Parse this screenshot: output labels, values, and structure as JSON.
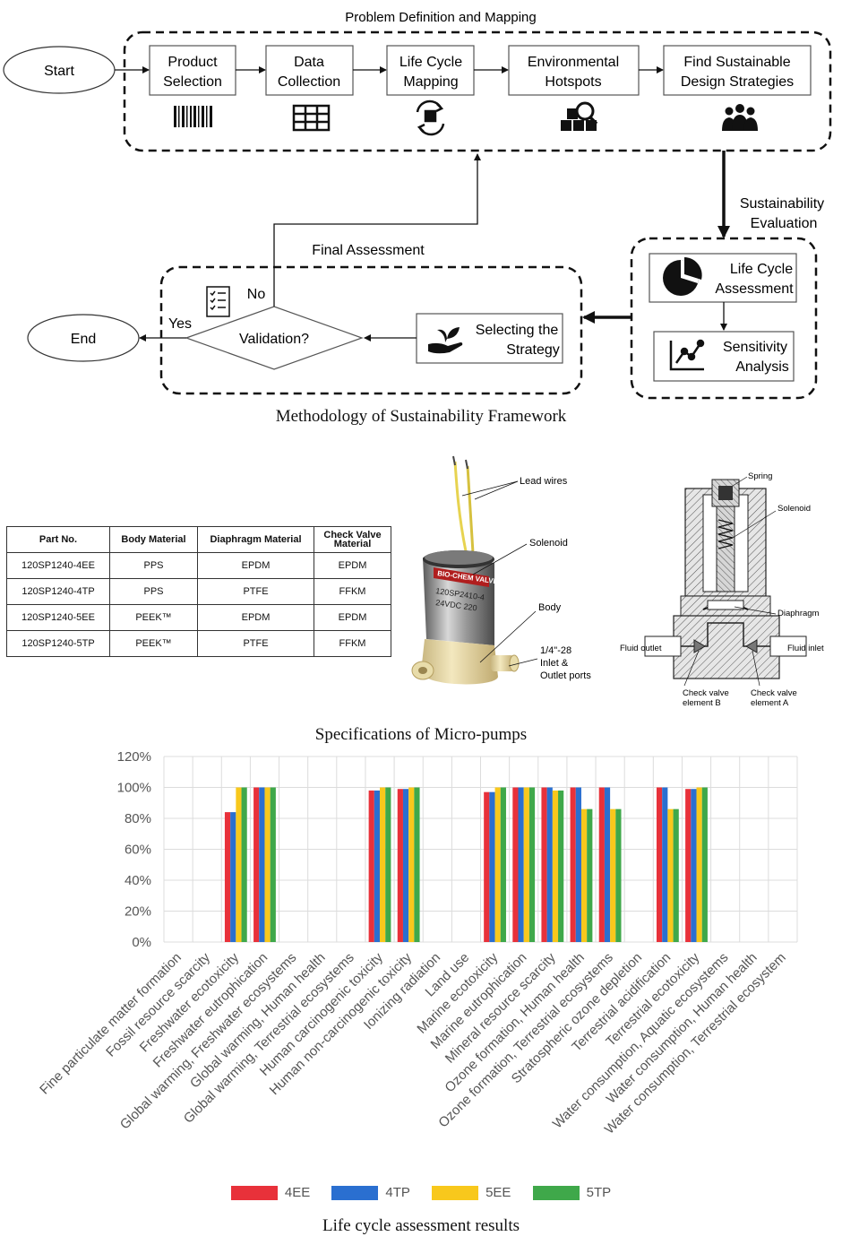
{
  "framework": {
    "title": "Problem Definition and Mapping",
    "start": "Start",
    "end": "End",
    "steps": [
      {
        "line1": "Product",
        "line2": "Selection"
      },
      {
        "line1": "Data",
        "line2": "Collection"
      },
      {
        "line1": "Life Cycle",
        "line2": "Mapping"
      },
      {
        "line1": "Environmental",
        "line2": "Hotspots"
      },
      {
        "line1": "Find Sustainable",
        "line2": "Design Strategies"
      }
    ],
    "evaluation_label": {
      "line1": "Sustainability",
      "line2": "Evaluation"
    },
    "evaluation_steps": [
      {
        "line1": "Life Cycle",
        "line2": "Assessment"
      },
      {
        "line1": "Sensitivity",
        "line2": "Analysis"
      }
    ],
    "final_assessment": "Final Assessment",
    "strategy": {
      "line1": "Selecting the",
      "line2": "Strategy"
    },
    "decision": "Validation?",
    "yes": "Yes",
    "no": "No",
    "caption": "Methodology of Sustainability Framework"
  },
  "specs": {
    "headers": [
      "Part No.",
      "Body Material",
      "Diaphragm Material",
      "Check Valve Material"
    ],
    "rows": [
      [
        "120SP1240-4EE",
        "PPS",
        "EPDM",
        "EPDM"
      ],
      [
        "120SP1240-4TP",
        "PPS",
        "PTFE",
        "FFKM"
      ],
      [
        "120SP1240-5EE",
        "PEEK™",
        "EPDM",
        "EPDM"
      ],
      [
        "120SP1240-5TP",
        "PEEK™",
        "PTFE",
        "FFKM"
      ]
    ],
    "pump_labels": {
      "lead_wires": "Lead wires",
      "solenoid": "Solenoid",
      "body": "Body",
      "ports1": "1/4\"-28",
      "ports2": "Inlet &",
      "ports3": "Outlet ports",
      "device_text1": "BIO-CHEM VALVE",
      "device_text2": "120SP2410-4",
      "device_text3": "24VDC 220"
    },
    "section_labels": {
      "spring": "Spring",
      "solenoid": "Solenoid",
      "diaphragm": "Diaphragm",
      "fluid_outlet": "Fluid outlet",
      "fluid_inlet": "Fluid inlet",
      "check_b1": "Check valve",
      "check_b2": "element B",
      "check_a1": "Check valve",
      "check_a2": "element A"
    },
    "caption": "Specifications of Micro-pumps"
  },
  "chart_data": {
    "type": "bar",
    "categories": [
      "Fine particulate matter formation",
      "Fossil resource scarcity",
      "Freshwater ecotoxicity",
      "Freshwater eutrophication",
      "Global warming, Freshwater ecosystems",
      "Global warming, Human health",
      "Global warming, Terrestrial ecosystems",
      "Human carcinogenic toxicity",
      "Human non-carcinogenic toxicity",
      "Ionizing radiation",
      "Land use",
      "Marine ecotoxicity",
      "Marine eutrophication",
      "Mineral resource scarcity",
      "Ozone formation, Human health",
      "Ozone formation, Terrestrial ecosystems",
      "Stratospheric ozone depletion",
      "Terrestrial acidification",
      "Terrestrial ecotoxicity",
      "Water consumption, Aquatic ecosystems",
      "Water consumption, Human health",
      "Water consumption, Terrestrial ecosystem"
    ],
    "series": [
      {
        "name": "4EE",
        "color": "#e8313a",
        "values": [
          0,
          0,
          84,
          100,
          0,
          0,
          0,
          98,
          99,
          0,
          0,
          97,
          100,
          100,
          100,
          100,
          0,
          100,
          99,
          0,
          0,
          0
        ]
      },
      {
        "name": "4TP",
        "color": "#2a6fd0",
        "values": [
          0,
          0,
          84,
          100,
          0,
          0,
          0,
          98,
          99,
          0,
          0,
          97,
          100,
          100,
          100,
          100,
          0,
          100,
          99,
          0,
          0,
          0
        ]
      },
      {
        "name": "5EE",
        "color": "#f8c81c",
        "values": [
          0,
          0,
          100,
          100,
          0,
          0,
          0,
          100,
          100,
          0,
          0,
          100,
          100,
          98,
          86,
          86,
          0,
          86,
          100,
          0,
          0,
          0
        ]
      },
      {
        "name": "5TP",
        "color": "#3fa84a",
        "values": [
          0,
          0,
          100,
          100,
          0,
          0,
          0,
          100,
          100,
          0,
          0,
          100,
          100,
          98,
          86,
          86,
          0,
          86,
          100,
          0,
          0,
          0
        ]
      }
    ],
    "yticks": [
      "0%",
      "20%",
      "40%",
      "60%",
      "80%",
      "100%",
      "120%"
    ],
    "ylim": [
      0,
      120
    ],
    "grid": true,
    "legend_position": "bottom",
    "caption": "Life cycle assessment results"
  }
}
